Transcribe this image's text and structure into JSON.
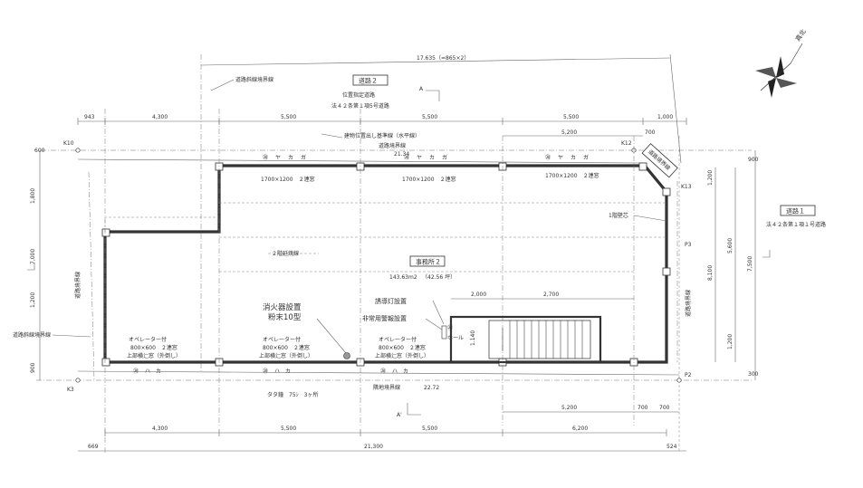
{
  "road2": {
    "badge": "道路２",
    "line1": "位置指定道路",
    "line2": "法４２条第１項5号道路"
  },
  "road1": {
    "badge": "道路１",
    "line1": "法４２条第１項１号道路"
  },
  "north_label": "真北",
  "top_overall_dim": "17.635（=865×2）",
  "boundary_road_slant": "道路斜線境界線",
  "boundary_road_slant_left": "道路斜線境界線",
  "boundary_road_left": "道路境界線",
  "boundary_road_right": "道路境界線",
  "boundary_road_top": "道路境界線",
  "boundary_site_bottom": "隣地境界線",
  "bldg_position_ref": "建物位置出し基準線（水平線）",
  "second_floor_outline": "２階延焼線",
  "first_floor_wall": "1階壁芯",
  "top_boundary_length": "21.34",
  "bottom_boundary_length": "22.72",
  "office": {
    "badge": "事務所２",
    "area": "143.63m2",
    "tatami": "（42.56 坪）"
  },
  "window_top": "1700×1200　２連窓",
  "window_bottom": {
    "l1": "オペレーター付",
    "l2": "800×600　２連窓",
    "l3": "上部横辷窓（外倒し）"
  },
  "extinguisher": {
    "l1": "消火器設置",
    "l2": "粉末10型"
  },
  "guide_light": "誘導灯設置",
  "alarm": "非常用警報設置",
  "hall": "ホール",
  "tap": "タタ鐘　75ｼ　3ヶ所",
  "section_a": "A",
  "section_a2": "A'",
  "grid_k10": "K10",
  "grid_k12": "K12",
  "grid_k13": "K13",
  "grid_k3": "K3",
  "grid_p2": "P2",
  "grid_p3": "P3",
  "dims_top": [
    "943",
    "4,300",
    "5,500",
    "5,500",
    "5,500",
    "1,000"
  ],
  "dims_mid_right": "5,200",
  "dims_mid_right_small": "700",
  "dims_bottom_spans": [
    "4,300",
    "5,500",
    "5,500",
    "6,200"
  ],
  "dims_bottom_right": [
    "5,200",
    "700",
    "700"
  ],
  "dims_bottom_total": "21,300",
  "dims_bottom_left_small": "669",
  "dims_bottom_right_small": "524",
  "dims_stair": [
    "2,000",
    "2,700"
  ],
  "dims_left_col": [
    "1,800",
    "7,000",
    "1,200",
    "900"
  ],
  "dims_right_col": [
    "1,200",
    "5,600",
    "7,500",
    "8,100",
    "1,200",
    "900"
  ],
  "dims_edge_top": "600",
  "dims_edge_bottom": "300",
  "dims_hall": "1.140",
  "mark_window_top_left": [
    "⑳",
    "ヤ",
    "カ",
    "ガ"
  ],
  "mark_window_top_mid": [
    "⑳",
    "ヤ",
    "カ",
    "ガ"
  ],
  "mark_window_top_right": [
    "⑳",
    "ヤ",
    "カ",
    "ガ"
  ],
  "mark_window_bottom_left": [
    "⑳",
    "ハ",
    "カ"
  ],
  "mark_window_bottom_mid": [
    "⑳",
    "ハ",
    "カ"
  ],
  "mark_window_bottom_right": [
    "⑳",
    "ハ",
    "カ"
  ],
  "mark_hall": "⑳"
}
